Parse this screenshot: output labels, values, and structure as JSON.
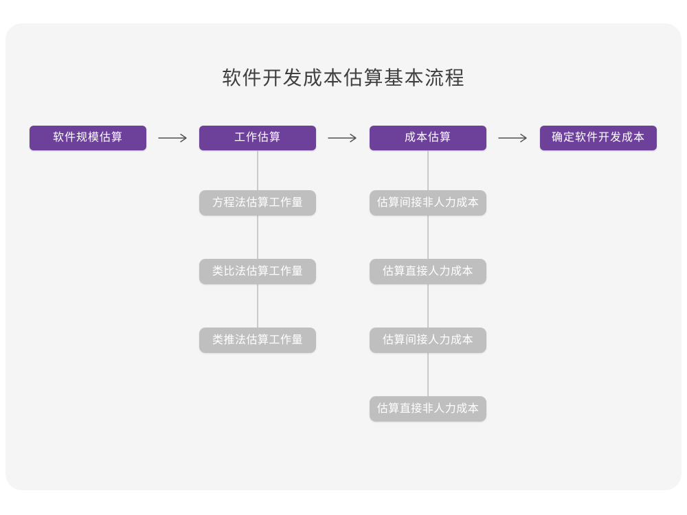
{
  "diagram": {
    "title": "软件开发成本估算基本流程",
    "main_steps": [
      {
        "label": "软件规模估算"
      },
      {
        "label": "工作估算"
      },
      {
        "label": "成本估算"
      },
      {
        "label": "确定软件开发成本"
      }
    ],
    "sub_steps": {
      "work_estimation": [
        "方程法估算工作量",
        "类比法估算工作量",
        "类推法估算工作量"
      ],
      "cost_estimation": [
        "估算间接非人力成本",
        "估算直接人力成本",
        "估算间接人力成本",
        "估算直接非人力成本"
      ]
    },
    "colors": {
      "canvas_background": "#ffffff",
      "card_background": "#f6f5f6",
      "main_step_fill": "#6d4199",
      "sub_step_fill": "#c0bfc0",
      "connector_line": "#cacaca",
      "arrow": "#4f4f4f",
      "title_text": "#3f3f3f",
      "step_text": "#ffffff"
    }
  }
}
